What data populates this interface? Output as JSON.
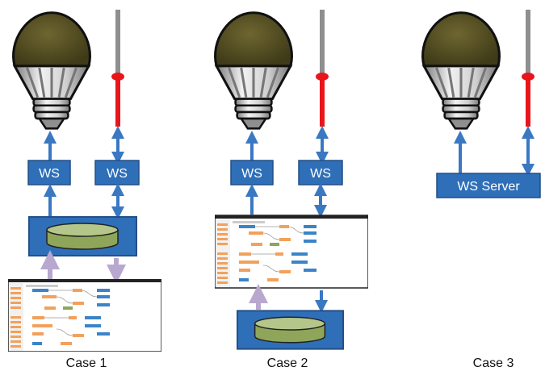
{
  "colors": {
    "box_blue": "#2e6fb8",
    "box_border": "#244f86",
    "arrow_blue": "#3a78c2",
    "arrow_lavender": "#b8a8cf",
    "bulb_top": "#5c5426",
    "bulb_top_dark": "#3f3a18",
    "bulb_base": "#cfcfcf",
    "bulb_base_dark": "#8f8f8f",
    "slider_gray": "#8f8f8f",
    "slider_red": "#e8151b",
    "db_green": "#8fa65a",
    "db_green_light": "#b5c68a",
    "flow_orange": "#f2a15c",
    "flow_blue": "#3b84c7"
  },
  "icons": [
    "lightbulb-icon",
    "slider-icon",
    "database-icon",
    "flow-editor-screenshot"
  ],
  "cases": [
    {
      "label": "Case 1",
      "ws_boxes": [
        "WS",
        "WS"
      ],
      "connections": "editor-to-db-bidirectional"
    },
    {
      "label": "Case 2",
      "ws_boxes": [
        "WS",
        "WS"
      ],
      "connections": "editor-above-db"
    },
    {
      "label": "Case 3",
      "server_box": "WS Server"
    }
  ]
}
